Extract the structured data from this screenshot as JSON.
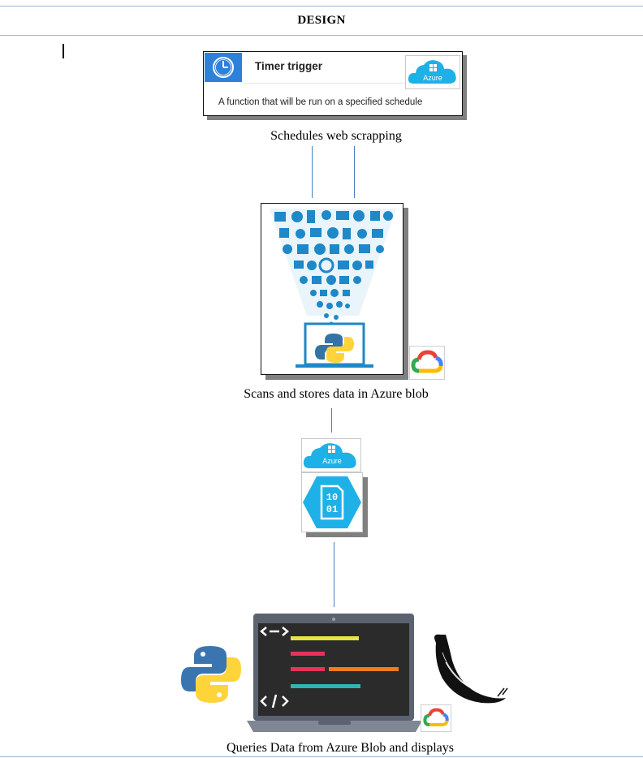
{
  "header": {
    "title": "DESIGN"
  },
  "timer_card": {
    "title": "Timer trigger",
    "description": "A function that will be run on a specified schedule",
    "badge_label": "Azure"
  },
  "captions": {
    "schedule": "Schedules web scrapping",
    "scrape": "Scans and stores data in Azure blob",
    "query": "Queries Data from Azure Blob and displays"
  },
  "blob": {
    "azure_label": "Azure",
    "file_digits_top": "10",
    "file_digits_bottom": "01"
  },
  "icons": {
    "timer": "clock-icon",
    "azure": "azure-cloud-icon",
    "gcloud": "google-cloud-icon",
    "iot": "iot-network-icon",
    "blob": "blob-storage-icon",
    "laptop": "code-laptop-icon",
    "python": "python-logo-icon",
    "flask": "flask-logo-icon"
  },
  "colors": {
    "connector": "#4a7fc1",
    "azure_blue": "#1db1e7",
    "timer_blue": "#2f80d9",
    "iot_blue": "#1e88c8"
  }
}
